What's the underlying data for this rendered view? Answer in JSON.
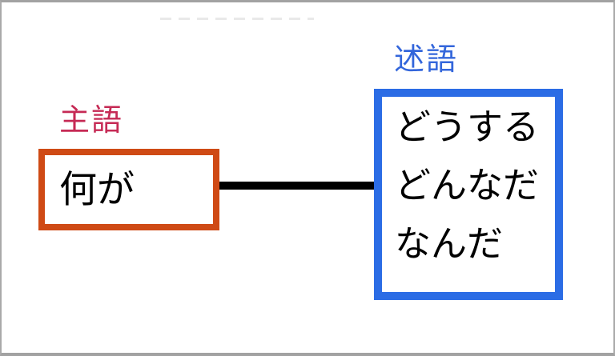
{
  "diagram": {
    "subject": {
      "label": "主語",
      "label_color": "#c62a55",
      "box_border_color": "#cf4a15",
      "content": "何が"
    },
    "predicate": {
      "label": "述語",
      "label_color": "#3366db",
      "box_border_color": "#2b6ce5",
      "items": [
        "どうする",
        "どんなだ",
        "なんだ"
      ]
    },
    "connector_color": "#000000",
    "frame_color": "#a2a2a2"
  }
}
